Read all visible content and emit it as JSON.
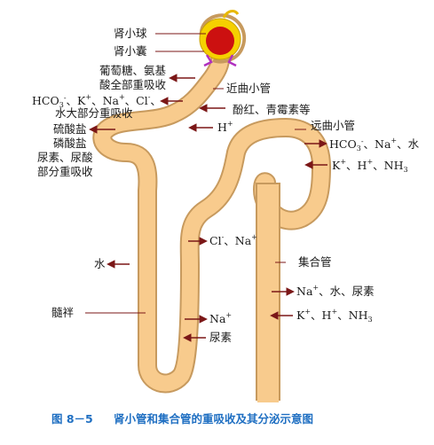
{
  "caption": {
    "fig_number": "图 8－5",
    "title": "肾小管和集合管的重吸收及其分泌示意图"
  },
  "structures": {
    "glomerulus": "肾小球",
    "capsule": "肾小囊",
    "proximal_tubule": "近曲小管",
    "distal_tubule": "远曲小管",
    "collecting_duct": "集合管",
    "loop": "髓袢"
  },
  "labels": {
    "glucose_1": "葡萄糖、氨基",
    "glucose_2": "酸全部重吸收",
    "hco3_1": "HCO",
    "hco3_2": "、K",
    "hco3_3": "、Na",
    "hco3_4": "、Cl",
    "hco3_5": "、",
    "water_most": "水大部分重吸收",
    "phenol": "酚红、青霉素等",
    "h_prox": "H",
    "sulfate": "硫酸盐",
    "phosphate": "磷酸盐",
    "urea_uric": "尿素、尿酸",
    "partial": "部分重吸收",
    "distal_hco3": "HCO",
    "distal_hco3_rest": "、Na",
    "distal_water": "、水",
    "distal_k": "K",
    "distal_k_rest": "、H",
    "distal_nh": "、NH",
    "loop_cl": "Cl",
    "loop_na": "、Na",
    "loop_water": "水",
    "loop_na2": "Na",
    "loop_urea": "尿素",
    "cd_na": "Na",
    "cd_rest": "、水、尿素",
    "cd_k": "K",
    "cd_h": "、H",
    "cd_nh": "、NH"
  },
  "colors": {
    "tube_fill": "#f8cb8d",
    "tube_edge": "#c79a5e",
    "arrow": "#7b1717",
    "caption": "#1f6fc2",
    "glomerulus_outer": "#f5d000",
    "glomerulus_inner": "#cc1010"
  },
  "icons": {
    "arrow": "right-arrow-icon",
    "arrowhead": "arrowhead-icon"
  }
}
